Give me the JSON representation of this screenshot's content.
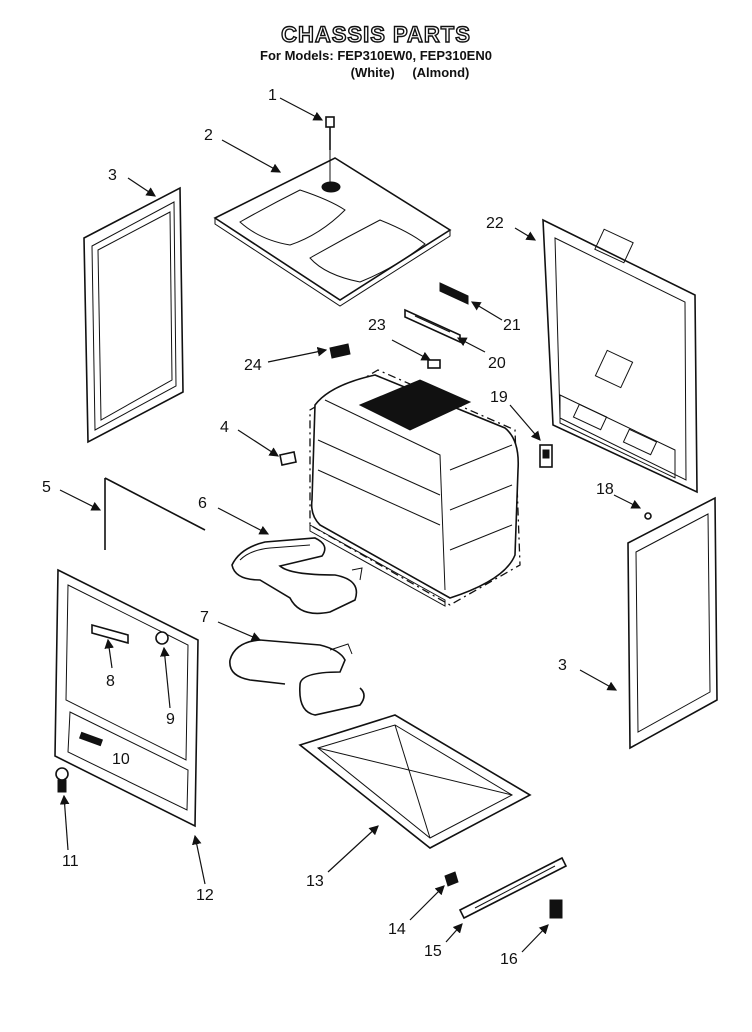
{
  "header": {
    "title": "CHASSIS PARTS",
    "models_prefix": "For Models:",
    "model_1": "FEP310EW0,",
    "model_2": "FEP310EN0",
    "variant_1": "(White)",
    "variant_2": "(Almond)"
  },
  "callouts": {
    "c1": "1",
    "c2": "2",
    "c3a": "3",
    "c3b": "3",
    "c4": "4",
    "c5": "5",
    "c6": "6",
    "c7": "7",
    "c8": "8",
    "c9": "9",
    "c10": "10",
    "c11": "11",
    "c12": "12",
    "c13": "13",
    "c14": "14",
    "c15": "15",
    "c16": "16",
    "c18": "18",
    "c19": "19",
    "c20": "20",
    "c21": "21",
    "c22": "22",
    "c23": "23",
    "c24": "24"
  }
}
